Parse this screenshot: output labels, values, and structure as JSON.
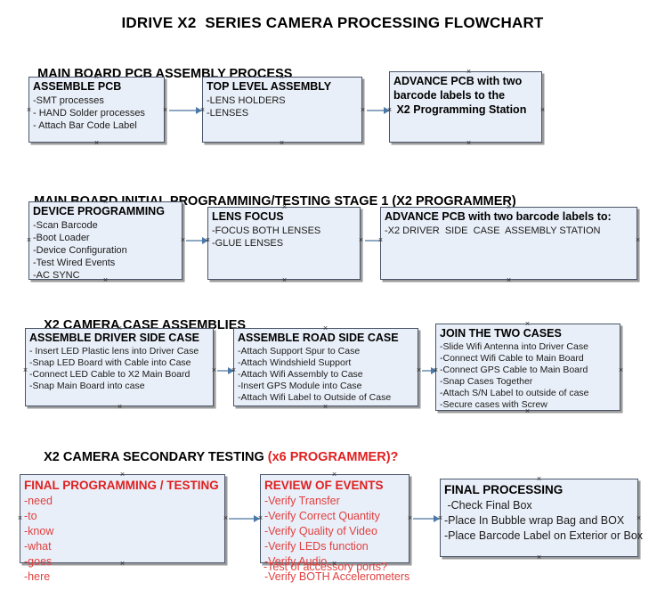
{
  "document": {
    "title": "IDRIVE X2  SERIES CAMERA PROCESSING FLOWCHART",
    "accent_color": "#e02020",
    "box_fill": "#e9eff8",
    "box_border": "#4a5568",
    "connector_color": "#8fa9c4"
  },
  "sections": [
    {
      "id": "main-board-pcb-assembly",
      "heading": "MAIN BOARD PCB ASSEMBLY PROCESS",
      "heading_accent": "",
      "boxes": [
        {
          "id": "assemble-pcb",
          "title": "ASSEMBLE PCB",
          "lines": [
            "-SMT processes",
            "- HAND Solder processes",
            "- Attach Bar Code Label"
          ]
        },
        {
          "id": "top-level-assembly",
          "title": "TOP LEVEL ASSEMBLY",
          "lines": [
            "-LENS HOLDERS",
            "-LENSES"
          ]
        },
        {
          "id": "advance-pcb-to-x2-programming-station",
          "title": "ADVANCE PCB with two",
          "lines": [
            "barcode labels to the",
            " X2 Programming Station"
          ]
        }
      ]
    },
    {
      "id": "main-board-initial-programming",
      "heading": "MAIN BOARD INITIAL PROGRAMMING/TESTING STAGE 1 (X2 PROGRAMMER)",
      "heading_accent": "",
      "boxes": [
        {
          "id": "device-programming",
          "title": "DEVICE PROGRAMMING",
          "lines": [
            "-Scan Barcode",
            "-Boot Loader",
            "-Device Configuration",
            "-Test Wired Events",
            "-AC SYNC"
          ]
        },
        {
          "id": "lens-focus",
          "title": "LENS FOCUS",
          "lines": [
            "-FOCUS BOTH LENSES",
            "-GLUE LENSES"
          ]
        },
        {
          "id": "advance-pcb-to-driver-side-case-station",
          "title": "ADVANCE PCB with two barcode labels to:",
          "lines": [
            "-X2 DRIVER  SIDE  CASE  ASSEMBLY STATION"
          ]
        }
      ]
    },
    {
      "id": "x2-camera-case-assemblies",
      "heading": "X2 CAMERA CASE ASSEMBLIES",
      "heading_accent": "",
      "boxes": [
        {
          "id": "assemble-driver-side-case",
          "title": "ASSEMBLE DRIVER SIDE CASE",
          "lines": [
            "- Insert LED Plastic lens into Driver Case",
            "-Snap LED Board with Cable into Case",
            "-Connect LED Cable to X2 Main Board",
            "-Snap Main Board into case"
          ]
        },
        {
          "id": "assemble-road-side-case",
          "title": "ASSEMBLE ROAD SIDE CASE",
          "lines": [
            "-Attach Support Spur to Case",
            "-Attach Windshield Support",
            "-Attach Wifi Assembly to Case",
            "-Insert GPS Module into Case",
            "-Attach Wifi Label to Outside of Case"
          ]
        },
        {
          "id": "join-the-two-cases",
          "title": "JOIN THE TWO CASES",
          "lines": [
            "-Slide Wifi Antenna into Driver Case",
            "-Connect Wifi Cable to Main Board",
            "-Connect GPS Cable to Main Board",
            "-Snap Cases Together",
            "-Attach S/N Label to outside of case",
            "-Secure cases with Screw"
          ]
        }
      ]
    },
    {
      "id": "x2-camera-secondary-testing",
      "heading": "X2 CAMERA SECONDARY TESTING ",
      "heading_accent": "(x6 PROGRAMMER)?",
      "boxes": [
        {
          "id": "final-programming-testing",
          "title": "FINAL PROGRAMMING / TESTING",
          "lines": [
            "-need",
            "-to",
            "-know",
            "-what",
            "-goes",
            "-here"
          ]
        },
        {
          "id": "review-of-events",
          "title": "REVIEW OF EVENTS",
          "lines": [
            "-Verify Transfer",
            "-Verify Correct Quantity",
            "-Verify Quality of Video",
            "-Verify LEDs function",
            "-Verify Audio",
            "-Verify BOTH Accelerometers"
          ],
          "overflow_line": "-Test of accessory ports?"
        },
        {
          "id": "final-processing",
          "title": "FINAL PROCESSING",
          "lines": [
            " -Check Final Box",
            "-Place In Bubble wrap Bag and BOX",
            "-Place Barcode Label on Exterior or Box"
          ]
        }
      ]
    }
  ]
}
